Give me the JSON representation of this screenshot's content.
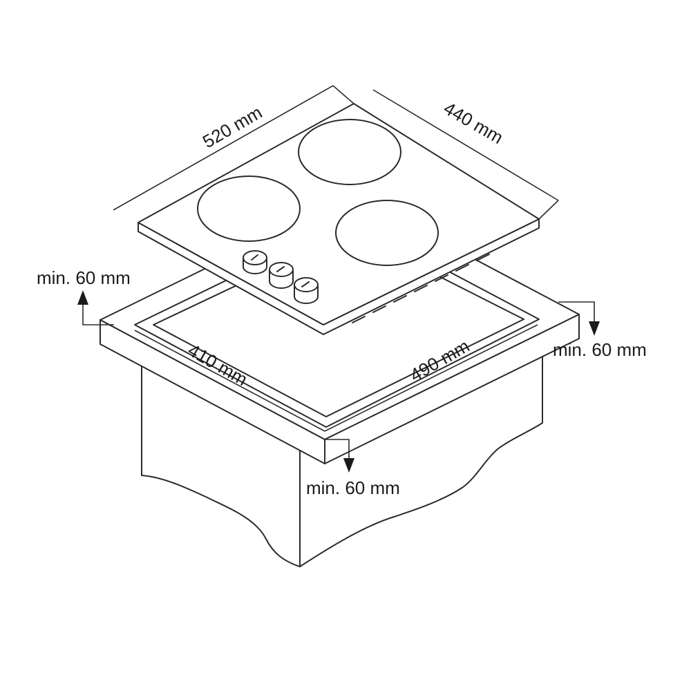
{
  "diagram": {
    "dimensions": {
      "hob_width": "520 mm",
      "hob_depth": "440 mm",
      "cutout_width": "490 mm",
      "cutout_depth": "410 mm"
    },
    "clearances": {
      "left": "min. 60 mm",
      "right": "min. 60 mm",
      "front": "min. 60 mm"
    }
  }
}
